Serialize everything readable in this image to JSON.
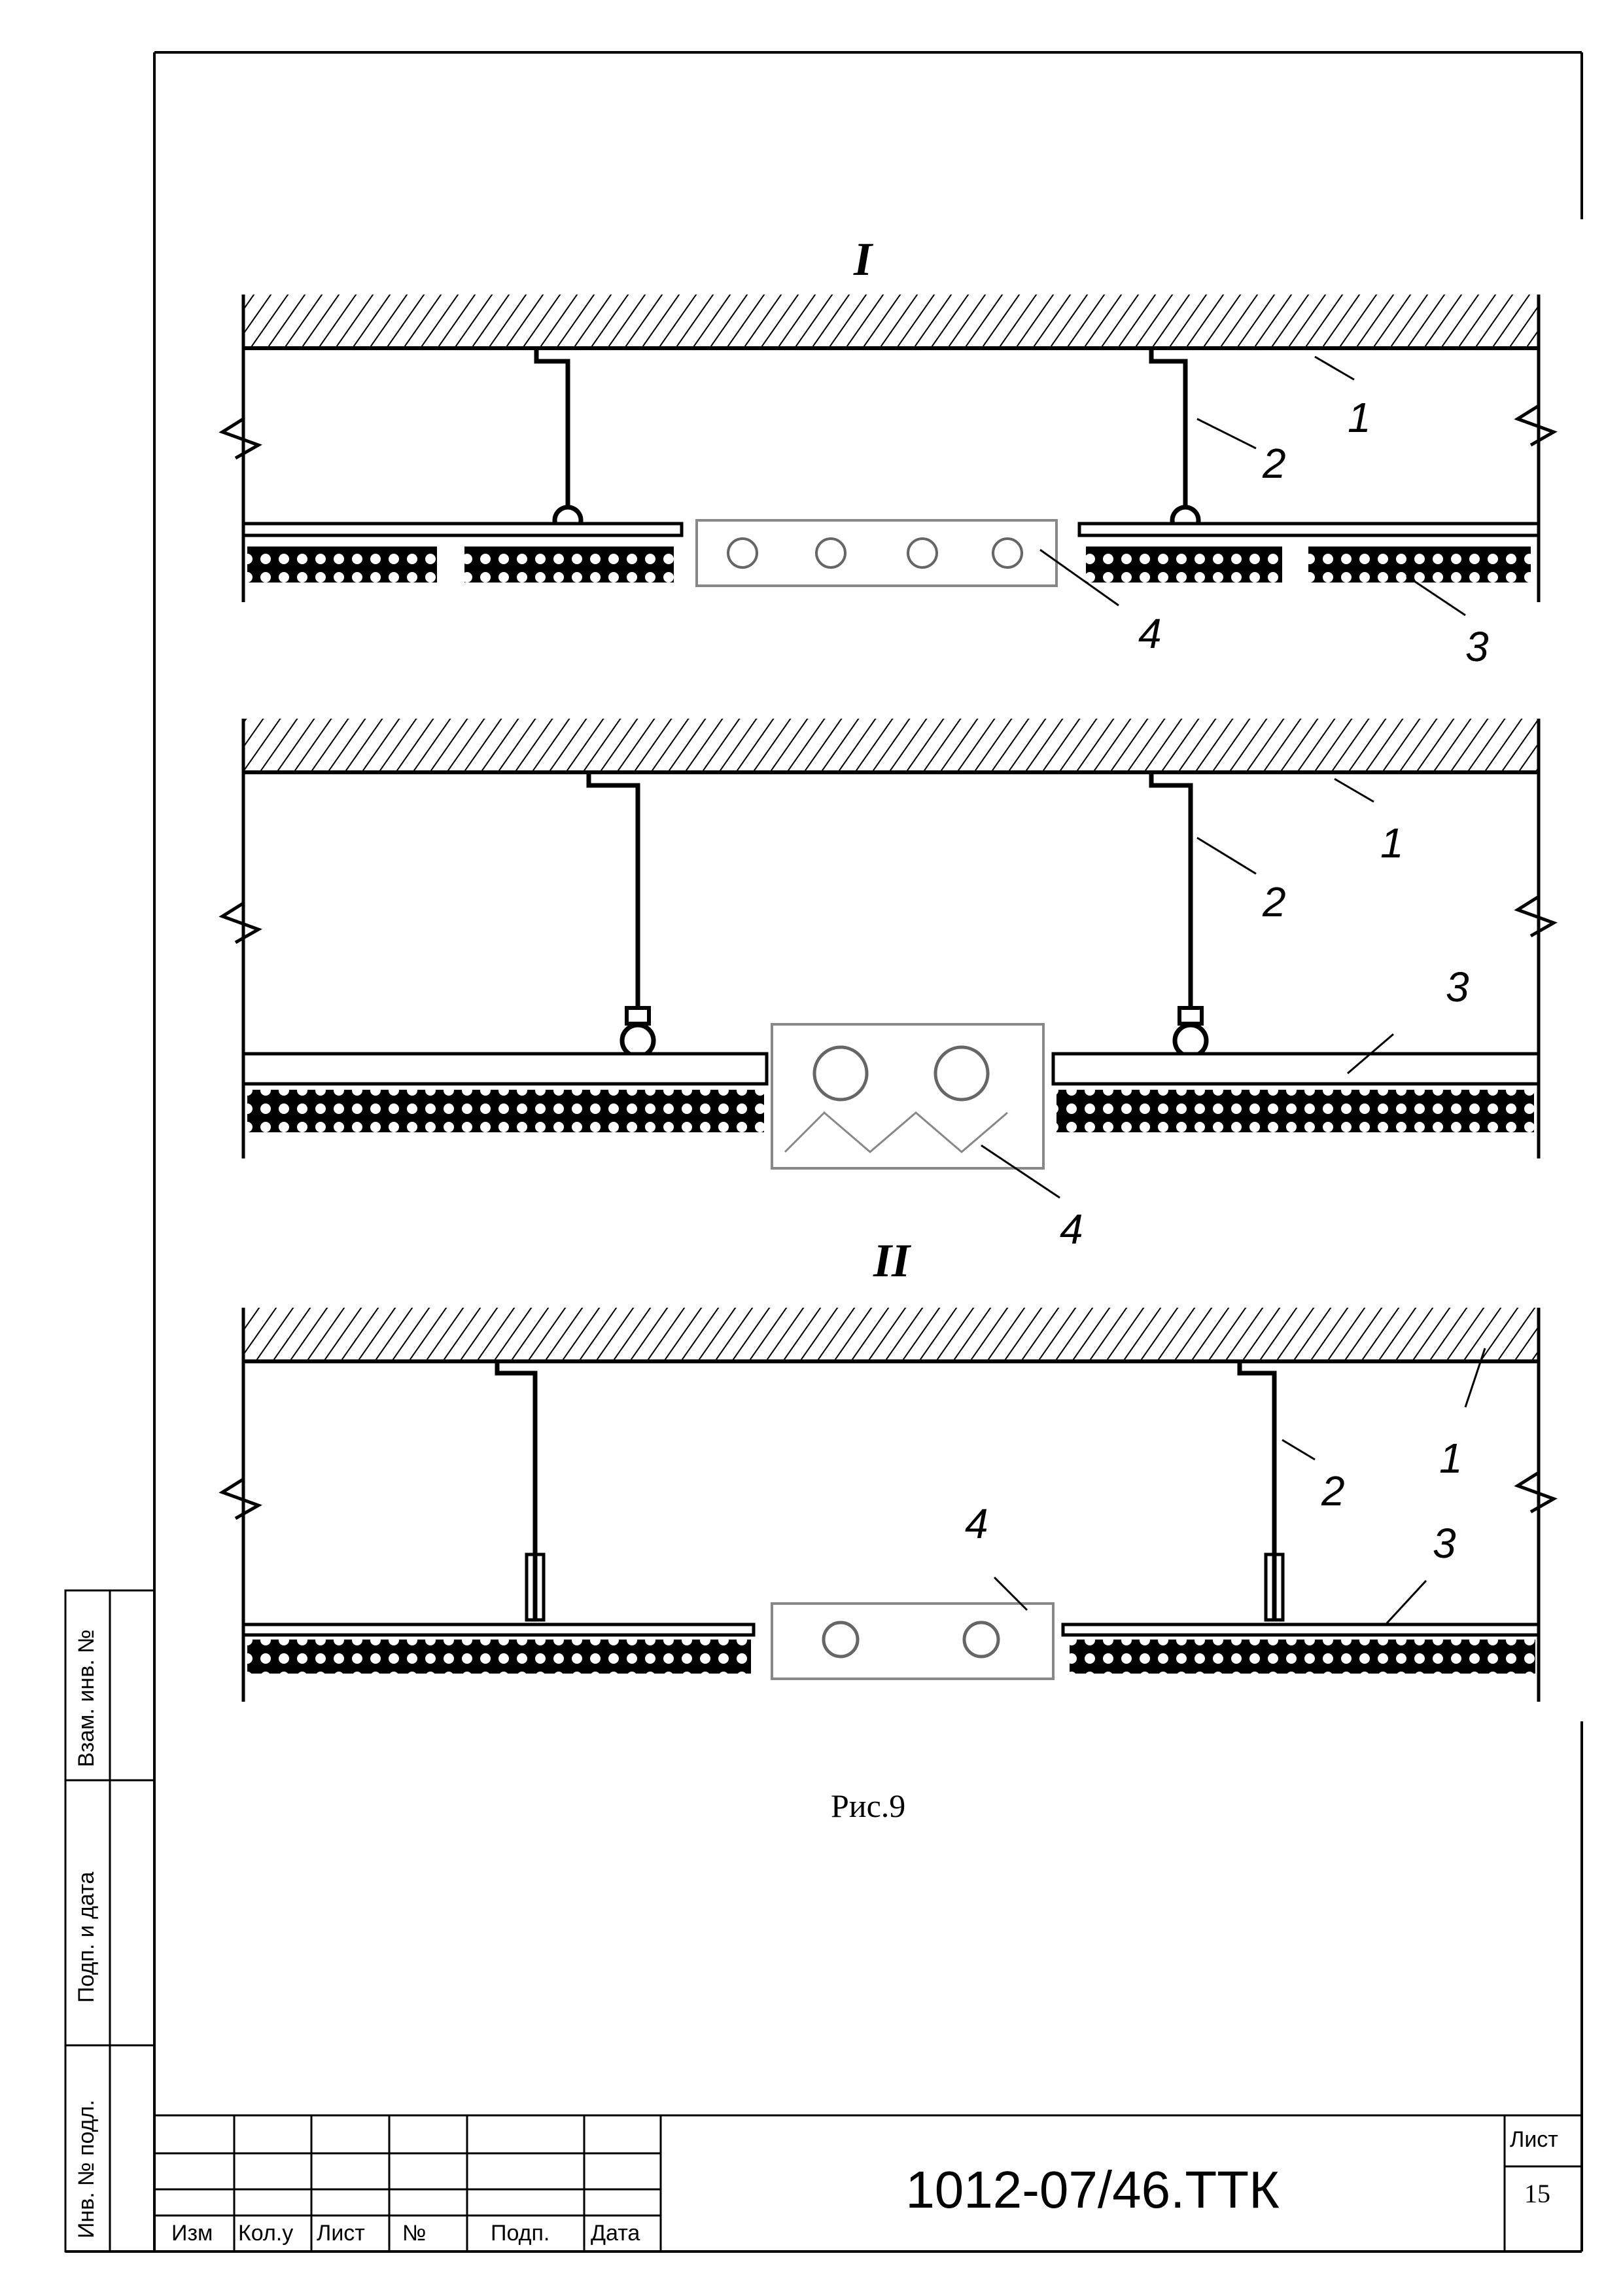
{
  "figure": {
    "caption": "Рис.9",
    "section_labels": [
      "I",
      "II"
    ],
    "callouts": [
      "1",
      "2",
      "3",
      "4"
    ]
  },
  "title_block": {
    "document_code": "1012-07/46.ТТК",
    "sheet_label": "Лист",
    "sheet_number": "15",
    "columns": [
      "Изм",
      "Кол.у",
      "Лист",
      "№",
      "Подп.",
      "Дата"
    ]
  },
  "side_stamp": {
    "labels": [
      "Взам. инв. №",
      "Подп. и дата",
      "Инв. № подл."
    ]
  }
}
